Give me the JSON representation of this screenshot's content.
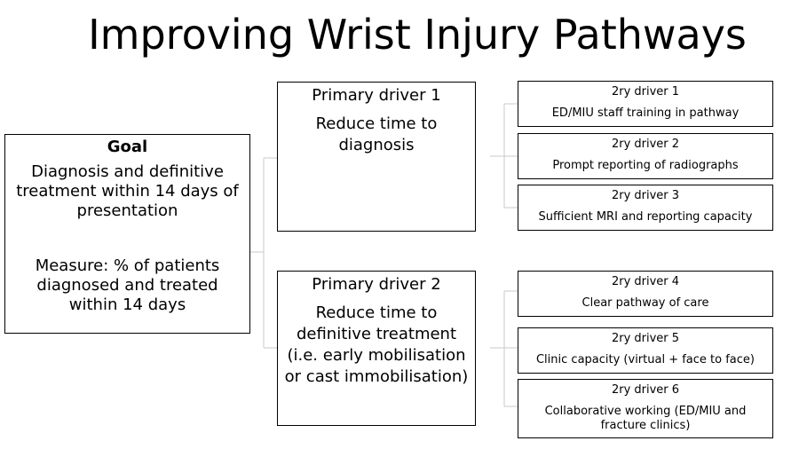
{
  "title": "Improving Wrist Injury Pathways",
  "goal": {
    "heading": "Goal",
    "text": "Diagnosis and definitive treatment within 14 days of presentation",
    "measure": "Measure: % of patients diagnosed and treated within 14 days"
  },
  "primary_drivers": [
    {
      "heading": "Primary driver 1",
      "text": "Reduce time to diagnosis"
    },
    {
      "heading": "Primary driver 2",
      "text": "Reduce time to definitive treatment (i.e. early mobilisation or cast immobilisation)"
    }
  ],
  "secondary_drivers": [
    {
      "heading": "2ry driver 1",
      "text": "ED/MIU staff training in pathway"
    },
    {
      "heading": "2ry driver 2",
      "text": "Prompt reporting of radiographs"
    },
    {
      "heading": "2ry driver 3",
      "text": "Sufficient MRI and reporting capacity"
    },
    {
      "heading": "2ry driver 4",
      "text": "Clear pathway of care"
    },
    {
      "heading": "2ry driver 5",
      "text": "Clinic capacity (virtual + face to face)"
    },
    {
      "heading": "2ry driver 6",
      "text": "Collaborative working (ED/MIU and fracture clinics)"
    }
  ]
}
